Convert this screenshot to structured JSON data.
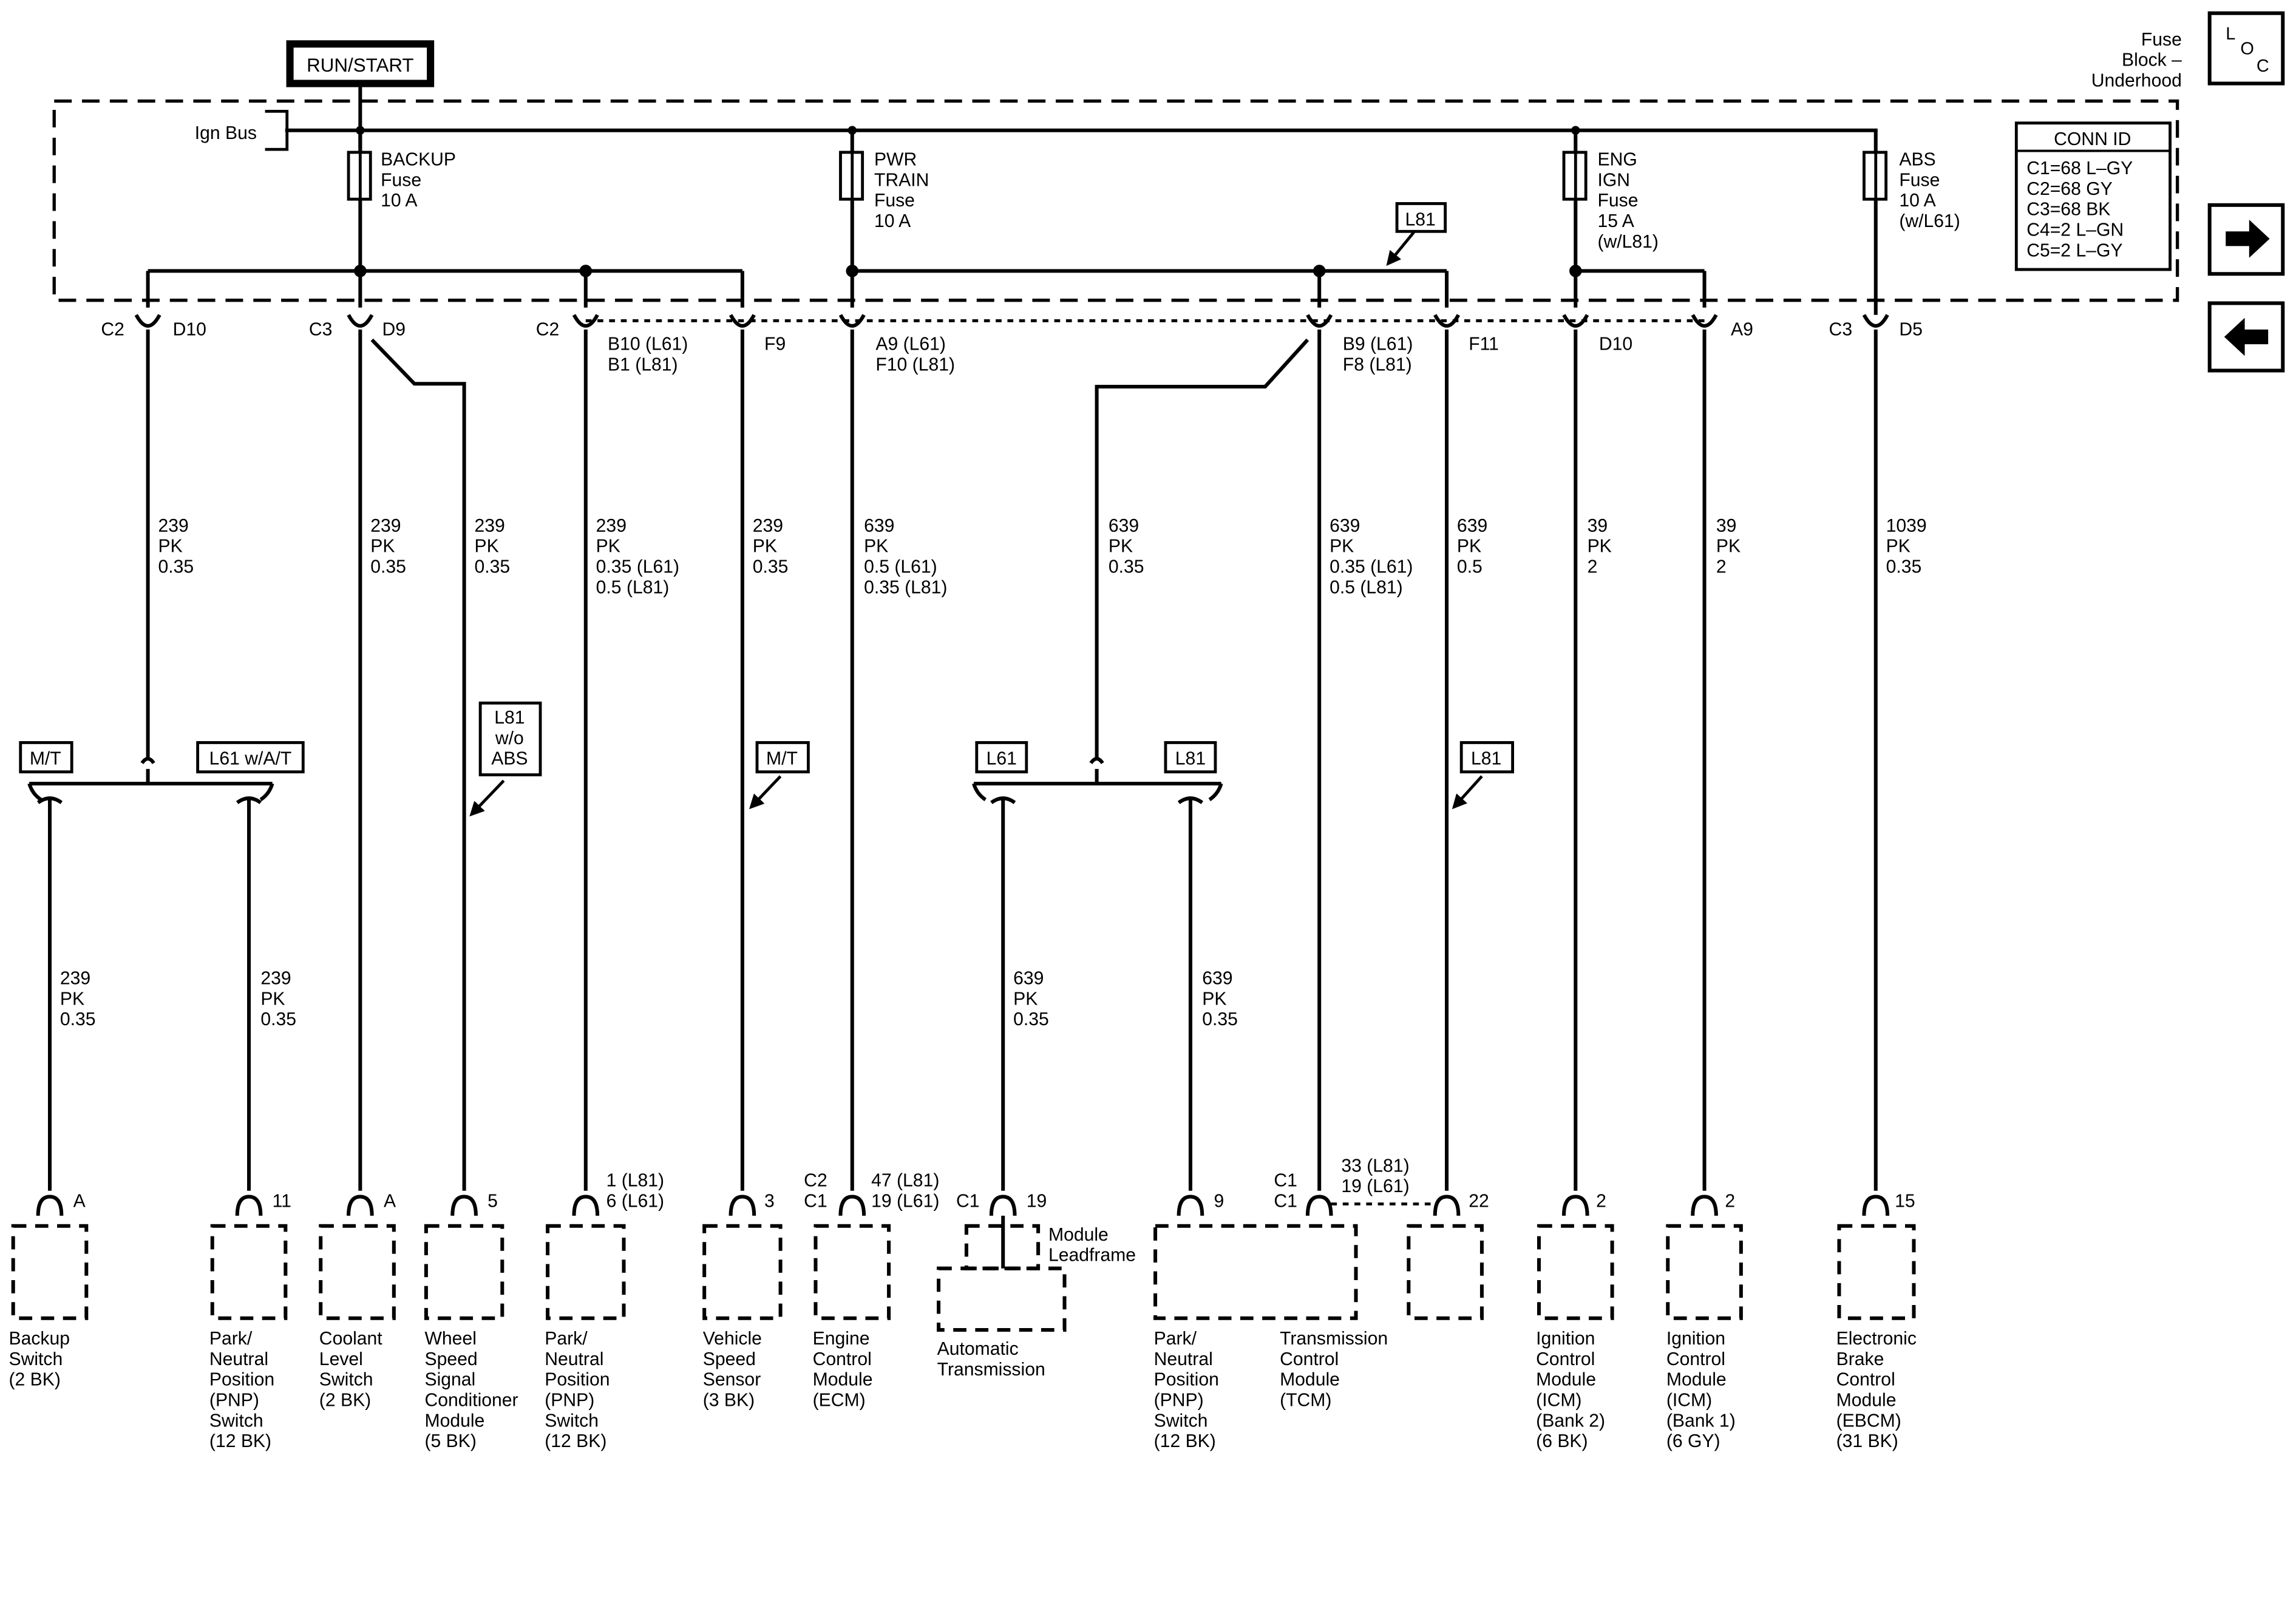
{
  "header": {
    "run_start": "RUN/START",
    "fuse_block": [
      "Fuse",
      "Block –",
      "Underhood"
    ],
    "loc": [
      "L",
      "O",
      "C"
    ]
  },
  "ign_bus": "Ign Bus",
  "fuses": [
    {
      "lines": [
        "BACKUP",
        "Fuse",
        "10 A"
      ]
    },
    {
      "lines": [
        "PWR",
        "TRAIN",
        "Fuse",
        "10 A"
      ]
    },
    {
      "lines": [
        "ENG",
        "IGN",
        "Fuse",
        "15 A",
        "(w/L81)"
      ]
    },
    {
      "lines": [
        "ABS",
        "Fuse",
        "10 A",
        "(w/L61)"
      ]
    }
  ],
  "conn_id": {
    "title": "CONN ID",
    "rows": [
      "C1=68 L–GY",
      "C2=68 GY",
      "C3=68 BK",
      "C4=2 L–GN",
      "C5=2 L–GY"
    ]
  },
  "nav": {
    "next": "next-page-arrow",
    "prev": "previous-page-arrow"
  },
  "l81_top": "L81",
  "top_connectors": {
    "c2a": "C2",
    "d10a": "D10",
    "c3a": "C3",
    "d9": "D9",
    "c2b": "C2",
    "b10": [
      "B10 (L61)",
      "B1 (L81)"
    ],
    "f9": "F9",
    "a9l61": [
      "A9 (L61)",
      "F10 (L81)"
    ],
    "b9": [
      "B9 (L61)",
      "F8 (L81)"
    ],
    "f11": "F11",
    "d10b": "D10",
    "a9b": "A9",
    "c3b": "C3",
    "d5": "D5"
  },
  "wires_top": [
    [
      "239",
      "PK",
      "0.35"
    ],
    [
      "239",
      "PK",
      "0.35"
    ],
    [
      "239",
      "PK",
      "0.35"
    ],
    [
      "239",
      "PK",
      "0.35 (L61)",
      "0.5 (L81)"
    ],
    [
      "239",
      "PK",
      "0.35"
    ],
    [
      "639",
      "PK",
      "0.5 (L61)",
      "0.35 (L81)"
    ],
    [
      "639",
      "PK",
      "0.35"
    ],
    [
      "639",
      "PK",
      "0.35 (L61)",
      "0.5 (L81)"
    ],
    [
      "639",
      "PK",
      "0.5"
    ],
    [
      "39",
      "PK",
      "2"
    ],
    [
      "39",
      "PK",
      "2"
    ],
    [
      "1039",
      "PK",
      "0.35"
    ]
  ],
  "options": {
    "mt1": "M/T",
    "l61wat": "L61 w/A/T",
    "l81woabs": [
      "L81",
      "w/o",
      "ABS"
    ],
    "mt2": "M/T",
    "l61": "L61",
    "l81a": "L81",
    "l81b": "L81"
  },
  "wires_lower": [
    [
      "239",
      "PK",
      "0.35"
    ],
    [
      "239",
      "PK",
      "0.35"
    ],
    [
      "639",
      "PK",
      "0.35"
    ],
    [
      "639",
      "PK",
      "0.35"
    ]
  ],
  "bottom_pins": {
    "backup": "A",
    "pnp1": "11",
    "coolant": "A",
    "wheel": "5",
    "pnp2": [
      "1 (L81)",
      "6 (L61)"
    ],
    "vss": "3",
    "ecm_c": [
      "C2",
      "C1"
    ],
    "ecm_p": [
      "47 (L81)",
      "19 (L61)"
    ],
    "at_c": "C1",
    "at_p": "19",
    "pnp3": "9",
    "tcm_c": [
      "C1",
      "C1"
    ],
    "tcm_p": [
      "33 (L81)",
      "19 (L61)"
    ],
    "tcm22": "22",
    "icm2": "2",
    "icm1": "2",
    "ebcm": "15"
  },
  "components": [
    {
      "lines": [
        "Backup",
        "Switch",
        "(2 BK)"
      ]
    },
    {
      "lines": [
        "Park/",
        "Neutral",
        "Position",
        "(PNP)",
        "Switch",
        "(12 BK)"
      ]
    },
    {
      "lines": [
        "Coolant",
        "Level",
        "Switch",
        "(2 BK)"
      ]
    },
    {
      "lines": [
        "Wheel",
        "Speed",
        "Signal",
        "Conditioner",
        "Module",
        "(5 BK)"
      ]
    },
    {
      "lines": [
        "Park/",
        "Neutral",
        "Position",
        "(PNP)",
        "Switch",
        "(12 BK)"
      ]
    },
    {
      "lines": [
        "Vehicle",
        "Speed",
        "Sensor",
        "(3 BK)"
      ]
    },
    {
      "lines": [
        "Engine",
        "Control",
        "Module",
        "(ECM)"
      ]
    },
    {
      "lines": [
        "Automatic",
        "Transmission"
      ]
    },
    {
      "lines": [
        "Park/",
        "Neutral",
        "Position",
        "(PNP)",
        "Switch",
        "(12 BK)"
      ]
    },
    {
      "lines": [
        "Transmission",
        "Control",
        "Module",
        "(TCM)"
      ]
    },
    {
      "lines": [
        "Ignition",
        "Control",
        "Module",
        "(ICM)",
        "(Bank 2)",
        "(6 BK)"
      ]
    },
    {
      "lines": [
        "Ignition",
        "Control",
        "Module",
        "(ICM)",
        "(Bank 1)",
        "(6 GY)"
      ]
    },
    {
      "lines": [
        "Electronic",
        "Brake",
        "Control",
        "Module",
        "(EBCM)",
        "(31 BK)"
      ]
    }
  ],
  "module_leadframe": [
    "Module",
    "Leadframe"
  ]
}
